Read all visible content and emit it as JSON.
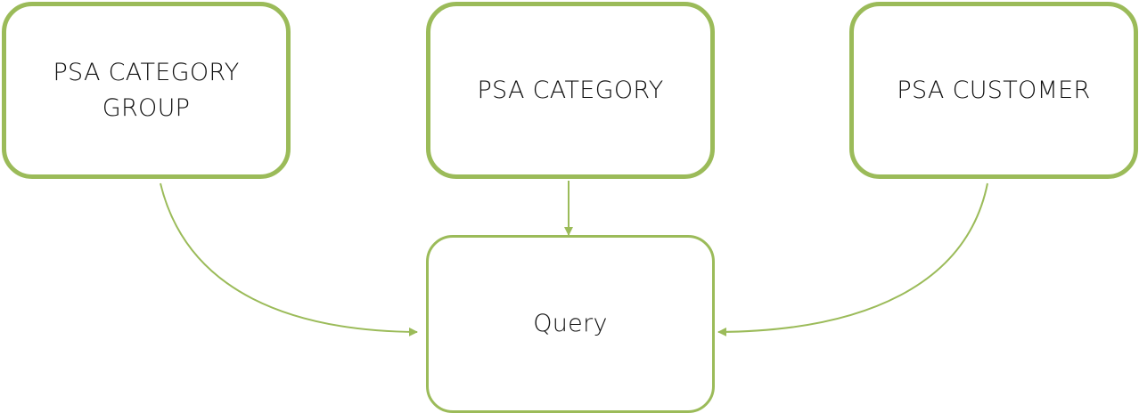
{
  "diagram": {
    "nodes": [
      {
        "id": "psa-category-group",
        "label": "PSA CATEGORY GROUP"
      },
      {
        "id": "psa-category",
        "label": "PSA CATEGORY"
      },
      {
        "id": "psa-customer",
        "label": "PSA CUSTOMER"
      },
      {
        "id": "query",
        "label": "Query"
      }
    ],
    "edges": [
      {
        "from": "psa-category-group",
        "to": "query"
      },
      {
        "from": "psa-category",
        "to": "query"
      },
      {
        "from": "psa-customer",
        "to": "query"
      }
    ],
    "colors": {
      "accent": "#9bbb59",
      "text": "#111111",
      "background": "#ffffff"
    }
  }
}
